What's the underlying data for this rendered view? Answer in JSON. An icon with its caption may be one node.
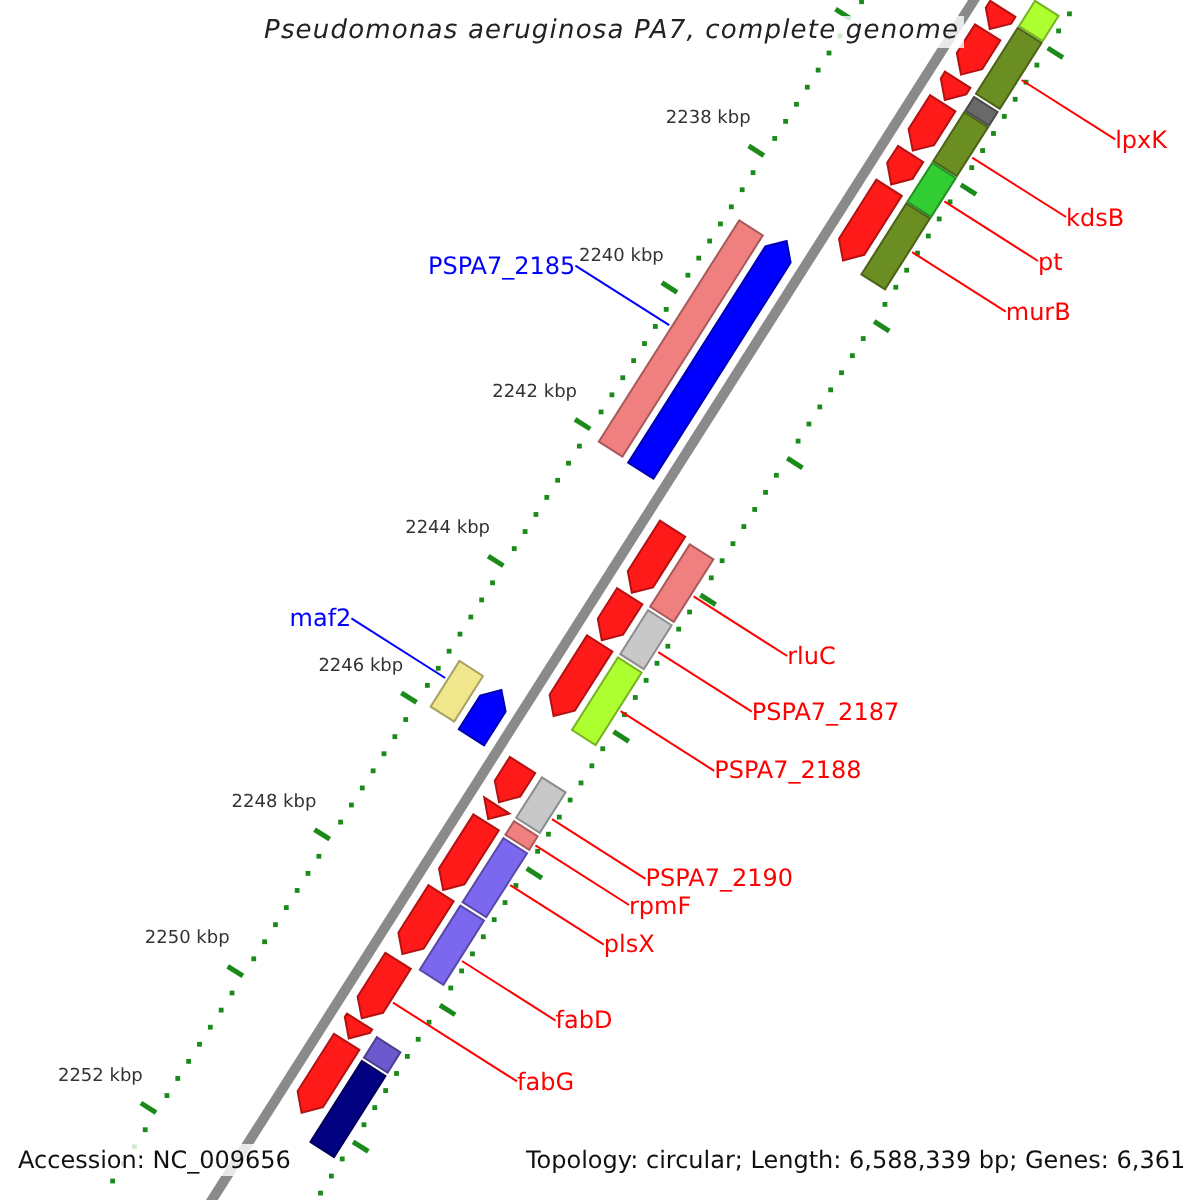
{
  "diagram": {
    "title": "Pseudomonas aeruginosa PA7, complete genome",
    "nodes": [
      {
        "text": [
          "lpxK"
        ]
      },
      {
        "text": [],
        "shape": "bar"
      },
      {
        "text": [
          "kdsB"
        ]
      },
      {
        "text": [],
        "shape": "bar"
      },
      {
        "text": [
          "pt"
        ]
      },
      {
        "text": [],
        "shape": "bar"
      },
      {
        "text": [
          "murB"
        ]
      },
      {
        "text": [],
        "shape": "bar"
      },
      {
        "text": [
          "PSPA7_2185"
        ]
      },
      {
        "text": [],
        "shape": "bar"
      },
      {
        "text": [
          "rluC"
        ]
      },
      {
        "text": [],
        "shape": "bar"
      },
      {
        "text": [
          "PSPA7_2187"
        ]
      },
      {
        "text": [],
        "shape": "bar"
      },
      {
        "text": [
          "PSPA7_2188"
        ]
      },
      {
        "text": [],
        "shape": "bar"
      },
      {
        "text": [
          "maf2"
        ]
      },
      {
        "text": [],
        "shape": "bar"
      },
      {
        "text": [
          "PSPA7_2190"
        ]
      },
      {
        "text": [],
        "shape": "bar"
      },
      {
        "text": [
          "rpmF"
        ]
      },
      {
        "text": [],
        "shape": "bar"
      },
      {
        "text": [
          "plsX"
        ]
      },
      {
        "text": [],
        "shape": "bar"
      },
      {
        "text": [
          "fabD"
        ]
      },
      {
        "text": [],
        "shape": "bar"
      },
      {
        "text": [
          "fabG"
        ]
      },
      {
        "text": [],
        "shape": "arrow"
      },
      {
        "text": [],
        "shape": "arrow"
      },
      {
        "text": [],
        "shape": "bar"
      },
      {
        "text": [],
        "shape": "arrow"
      },
      {
        "text": [],
        "shape": "arrow"
      },
      {
        "text": [],
        "shape": "bar"
      },
      {
        "text": [],
        "shape": "arrow"
      },
      {
        "text": [],
        "shape": "arrow"
      },
      {
        "text": [],
        "shape": "arrow"
      },
      {
        "text": [],
        "shape": "arrow"
      },
      {
        "text": [],
        "shape": "arrow"
      },
      {
        "text": [],
        "shape": "arrow"
      },
      {
        "text": [],
        "shape": "arrow"
      },
      {
        "text": [],
        "shape": "arrow"
      },
      {
        "text": [],
        "shape": "arrow"
      },
      {
        "text": [],
        "shape": "arrow"
      },
      {
        "text": [],
        "shape": "arrow"
      },
      {
        "text": [],
        "shape": "arrow"
      },
      {
        "text": [],
        "shape": "arrow"
      },
      {
        "text": [],
        "shape": "bar"
      },
      {
        "text": [],
        "shape": "arrow"
      },
      {
        "text": [],
        "shape": "bar"
      }
    ],
    "edges": [
      {
        "from": 0,
        "to": 1,
        "arrow": "none"
      },
      {
        "from": 2,
        "to": 3,
        "arrow": "none"
      },
      {
        "from": 4,
        "to": 5,
        "arrow": "none"
      },
      {
        "from": 6,
        "to": 7,
        "arrow": "none"
      },
      {
        "from": 8,
        "to": 9,
        "arrow": "none",
        "color": "#0000ff"
      },
      {
        "from": 10,
        "to": 11,
        "arrow": "none"
      },
      {
        "from": 12,
        "to": 13,
        "arrow": "none"
      },
      {
        "from": 14,
        "to": 15,
        "arrow": "none"
      },
      {
        "from": 16,
        "to": 17,
        "arrow": "none",
        "color": "#0000ff"
      },
      {
        "from": 18,
        "to": 19,
        "arrow": "none"
      },
      {
        "from": 20,
        "to": 21,
        "arrow": "none"
      },
      {
        "from": 22,
        "to": 23,
        "arrow": "none"
      },
      {
        "from": 24,
        "to": 25,
        "arrow": "none"
      },
      {
        "from": 26,
        "to": 27,
        "arrow": "none"
      }
    ],
    "labels": [
      "2238 kbp",
      "2240 kbp",
      "2242 kbp",
      "2244 kbp",
      "2246 kbp",
      "2248 kbp",
      "2250 kbp",
      "2252 kbp",
      "Accession: NC_009656",
      "Topology: circular; Length: 6,588,339 bp; Genes: 6,361"
    ]
  }
}
